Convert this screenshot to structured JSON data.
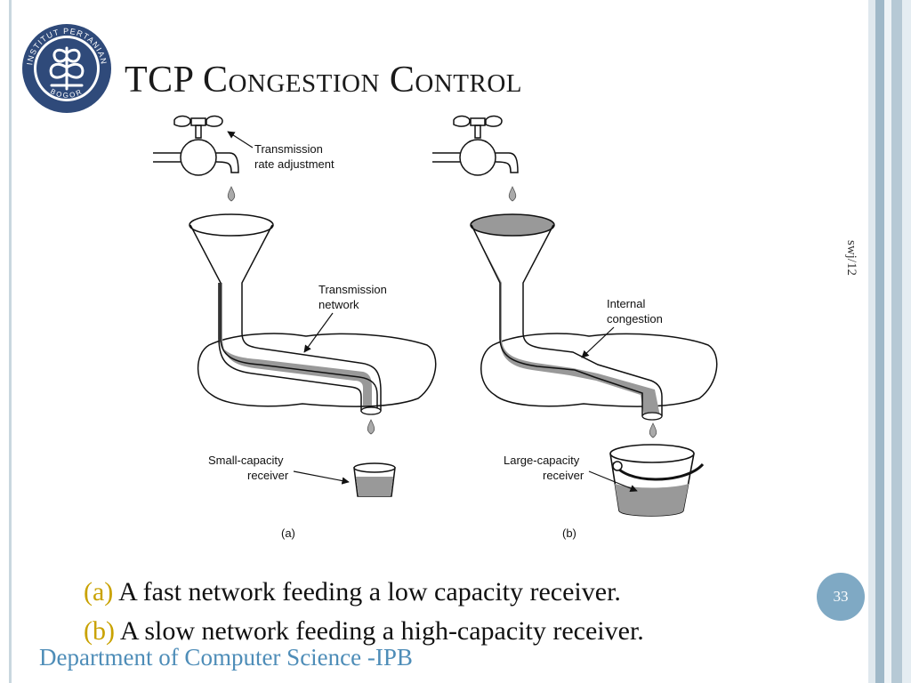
{
  "slide": {
    "title": "TCP Congestion Control",
    "side_note": "swj/12",
    "slide_number": "33",
    "footer": "Department of Computer Science -IPB"
  },
  "logo": {
    "ring_text": "INSTITUT PERTANIAN BOGOR",
    "icon": "ipb-emblem-icon"
  },
  "figure": {
    "a": {
      "label_tap": [
        "Transmission",
        "rate adjustment"
      ],
      "label_network": [
        "Transmission",
        "network"
      ],
      "label_receiver": [
        "Small-capacity",
        "receiver"
      ],
      "caption": "(a)"
    },
    "b": {
      "label_congestion": [
        "Internal",
        "congestion"
      ],
      "label_receiver": [
        "Large-capacity",
        "receiver"
      ],
      "caption": "(b)"
    }
  },
  "captions": [
    {
      "tag": "(a)",
      "text": "A fast network feeding a low capacity receiver."
    },
    {
      "tag": "(b)",
      "text": "A slow network feeding a high-capacity receiver."
    }
  ],
  "colors": {
    "accent_blue": "#4e8db8",
    "tag_gold": "#c9a200",
    "logo_blue": "#2f4a7a",
    "stripes": [
      "#dfe8ee",
      "#9fb8c8",
      "#eef3f6",
      "#b6c9d5",
      "#e5edf2"
    ]
  }
}
